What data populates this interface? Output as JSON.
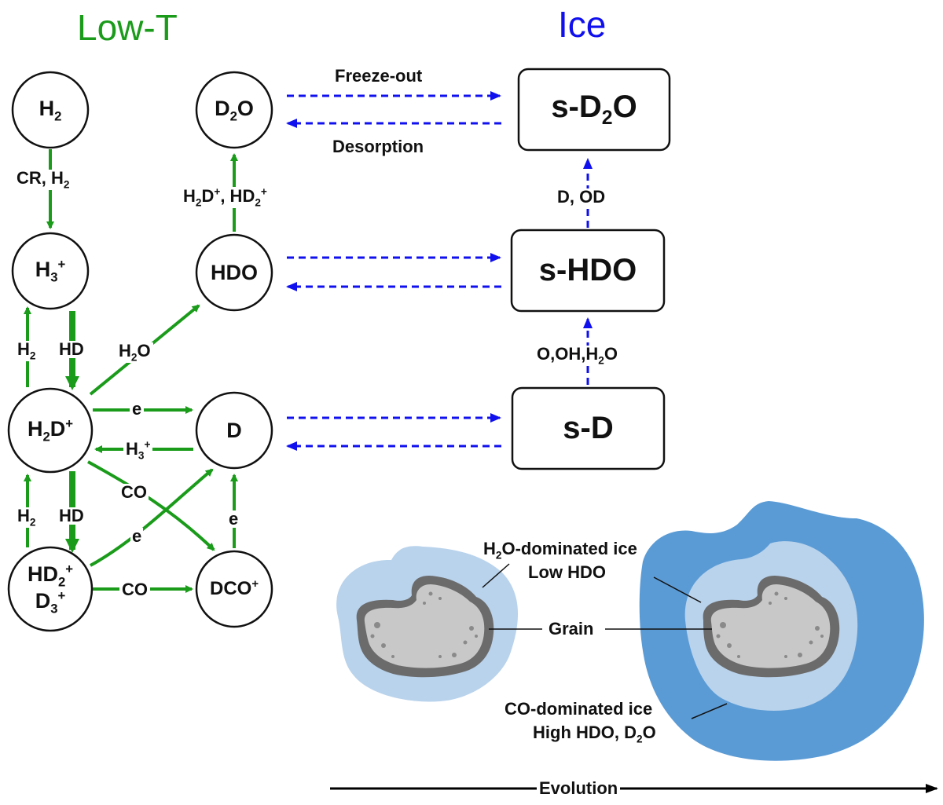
{
  "headers": {
    "low_t": "Low-T",
    "ice": "Ice"
  },
  "nodes": {
    "h2": "H2",
    "h3p": "H3+",
    "h2dp": "H2D+",
    "hd2p": "HD2+",
    "d3p": "D3+",
    "d2o": "D2O",
    "hdo": "HDO",
    "d": "D",
    "dcop": "DCO+"
  },
  "ice_boxes": {
    "s_d2o": "s-D2O",
    "s_hdo": "s-HDO",
    "s_d": "s-D"
  },
  "reaction_labels": {
    "cr_h2": "CR, H2",
    "h2_up_1": "H2",
    "hd_down_1": "HD",
    "h2_up_2": "H2",
    "hd_down_2": "HD",
    "h2o": "H2O",
    "e_to_d": "e",
    "h3p_back": "H3+",
    "co_cross": "CO",
    "e_cross": "e",
    "co_bottom": "CO",
    "e_up": "e",
    "h2dp_hd2p": "H2D+, HD2+",
    "freeze_out": "Freeze-out",
    "desorption": "Desorption",
    "d_od": "D, OD",
    "o_oh_h2o": "O,OH,H2O"
  },
  "grain_labels": {
    "h2o_ice_line1": "H2O-dominated ice",
    "h2o_ice_line2": "Low HDO",
    "grain": "Grain",
    "co_ice_line1": "CO-dominated ice",
    "co_ice_line2": "High HDO, D2O"
  },
  "evolution": "Evolution",
  "colors": {
    "green": "#1a9b1a",
    "blue": "#1010ee",
    "light_ice": "#b9d3ec",
    "dark_ice": "#5b9bd5",
    "grain_rim": "#6b6b6b",
    "grain_core": "#c8c8c8"
  }
}
